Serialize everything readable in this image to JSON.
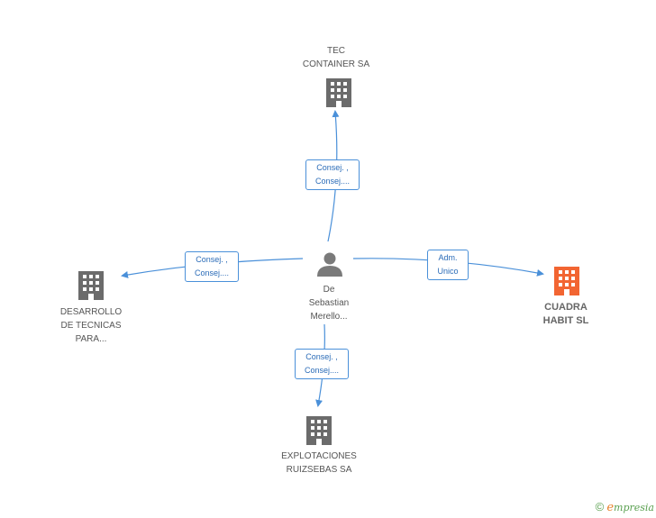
{
  "nodes": {
    "person": {
      "label": "De\nSebastian\nMerello..."
    },
    "top": {
      "label": "TEC\nCONTAINER SA"
    },
    "left": {
      "label": "DESARROLLO\nDE TECNICAS\nPARA..."
    },
    "bottom": {
      "label": "EXPLOTACIONES\nRUIZSEBAS SA"
    },
    "right": {
      "label": "CUADRA\nHABIT SL"
    }
  },
  "edges": {
    "top": {
      "line1": "Consej. ,",
      "line2": "Consej...."
    },
    "left": {
      "line1": "Consej. ,",
      "line2": "Consej...."
    },
    "bottom": {
      "line1": "Consej. ,",
      "line2": "Consej...."
    },
    "right": {
      "line1": "Adm.",
      "line2": "Unico"
    }
  },
  "colors": {
    "edge": "#4a90d9",
    "building_gray": "#6b6b6b",
    "building_highlight": "#f26532",
    "person": "#7a7a7a"
  },
  "footer": {
    "copyright": "©",
    "brand_e": "e",
    "brand_rest": "mpresia"
  }
}
